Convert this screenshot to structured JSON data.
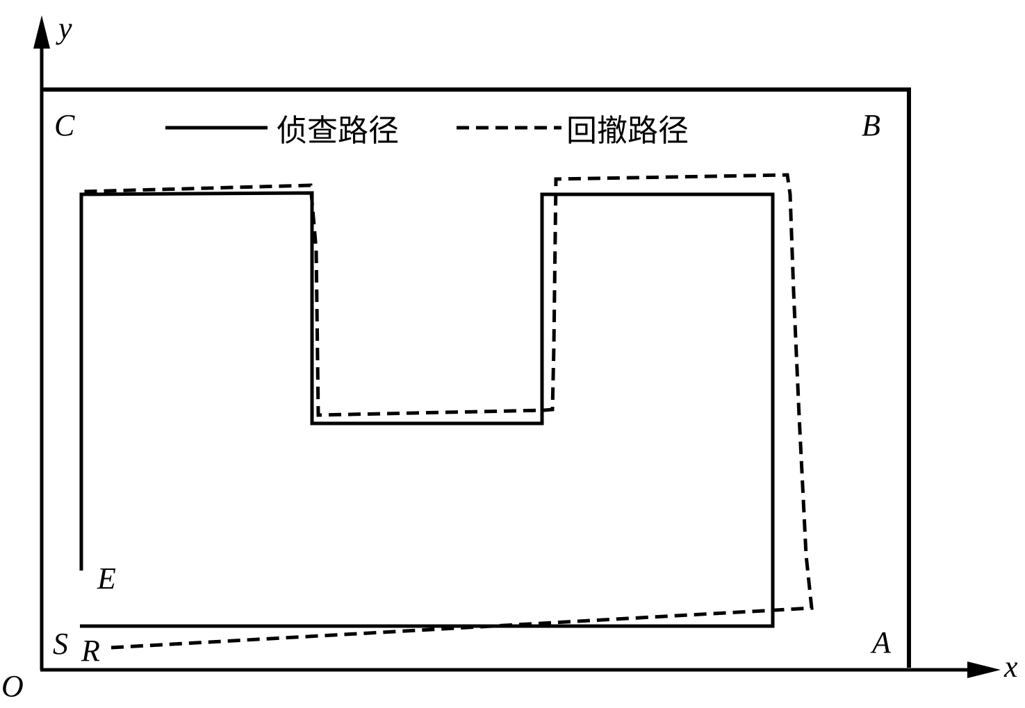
{
  "axes": {
    "x_label": "x",
    "y_label": "y",
    "origin_label": "O"
  },
  "points": {
    "A": "A",
    "B": "B",
    "C": "C",
    "S": "S",
    "R": "R",
    "E": "E"
  },
  "legend": {
    "recon_path": "侦查路径",
    "retreat_path": "回撤路径"
  },
  "colors": {
    "stroke": "#000000",
    "background": "#ffffff"
  }
}
